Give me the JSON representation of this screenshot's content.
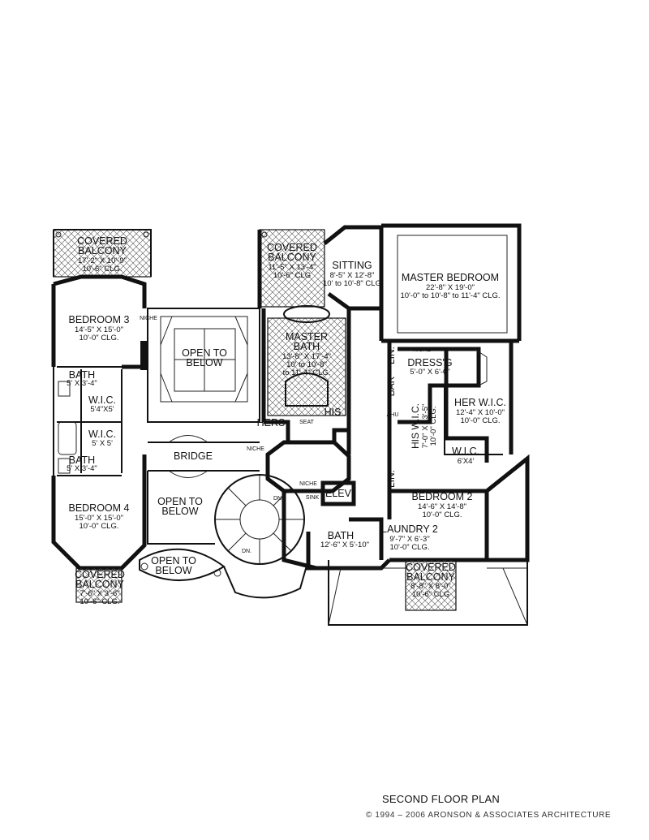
{
  "plan_title": "SECOND FLOOR PLAN",
  "copyright": "© 1994 – 2006 ARONSON & ASSOCIATES ARCHITECTURE",
  "rooms": {
    "covered_balcony_nw": {
      "name_1": "COVERED",
      "name_2": "BALCONY",
      "dim": "17'-2\" X 10'-9\"",
      "clg": "10'-6\" CLG."
    },
    "covered_balcony_n": {
      "name_1": "COVERED",
      "name_2": "BALCONY",
      "dim": "11'-5\" X 13'-4\"",
      "clg": "10'-6\" CLG"
    },
    "sitting": {
      "name": "SITTING",
      "dim": "8'-5\" X 12'-8\"",
      "clg": "10' to 10'-8\" CLG"
    },
    "master_bedroom": {
      "name": "MASTER BEDROOM",
      "dim": "22'-8\" X 19'-0\"",
      "clg": "10'-0\" to 10'-8\" to 11'-4\" CLG."
    },
    "bedroom_3": {
      "name": "BEDROOM 3",
      "dim": "14'-5\" X 15'-0\"",
      "clg": "10'-0\" CLG."
    },
    "open_below_1": {
      "name_1": "OPEN TO",
      "name_2": "BELOW"
    },
    "master_bath": {
      "name_1": "MASTER",
      "name_2": "BATH",
      "dim": "13'-8\" X 17'-4\"",
      "clg_1": "10' to 10'-8\"",
      "clg_2": "to 11'-4\" CLG."
    },
    "dressg": {
      "name": "DRESS'G",
      "dim": "5'-0\" X 6'-0\""
    },
    "her_wic": {
      "name": "HER W.I.C.",
      "dim": "12'-4\" X 10'-0\"",
      "clg": "10'-0\" CLG."
    },
    "his_wic": {
      "name": "HIS W.I.C.",
      "dim": "7'-0\" X 13'-5\"",
      "clg": "10'-0\" CLG."
    },
    "bath_a": {
      "name": "BATH",
      "dim": "5' X 3'-4\""
    },
    "wic_a": {
      "name": "W.I.C.",
      "dim": "5'4\"X5'"
    },
    "wic_b": {
      "name": "W.I.C.",
      "dim": "5' X 5'"
    },
    "bath_b": {
      "name": "BATH",
      "dim": "5' X 3'-4\""
    },
    "bridge": {
      "name": "BRIDGE"
    },
    "open_below_2": {
      "name_1": "OPEN TO",
      "name_2": "BELOW"
    },
    "bedroom_4": {
      "name": "BEDROOM 4",
      "dim": "15'-0\" X 15'-0\"",
      "clg": "10'-0\" CLG."
    },
    "covered_balcony_sw": {
      "name_1": "COVERED",
      "name_2": "BALCONY",
      "dim": "7'-6\" X 3'-6\"",
      "clg": "10'-6\" CLG."
    },
    "open_below_3": {
      "name_1": "OPEN TO",
      "name_2": "BELOW"
    },
    "elev": {
      "name": "ELEV"
    },
    "bedroom_2": {
      "name": "BEDROOM 2",
      "dim": "14'-6\" X 14'-8\"",
      "clg": "10'-0\" CLG."
    },
    "laundry_2": {
      "name": "LAUNDRY 2",
      "dim": "9'-7\" X 6'-3\"",
      "clg": "10'-0\" CLG."
    },
    "bath_c": {
      "name": "BATH",
      "dim": "12'-6\" X 5'-10\""
    },
    "covered_balcony_s": {
      "name_1": "COVERED",
      "name_2": "BALCONY",
      "dim": "8'-8\" X 8'-0\"",
      "clg": "10'-6\" CLG"
    }
  },
  "fixtures": {
    "hers": "HERS",
    "his": "HIS",
    "seat": "SEAT",
    "bar": "BAR",
    "lin_1": "LIN.",
    "lin_2": "LIN.",
    "wic_small": "W.I.C.",
    "wic_small_dim": "6'X4'",
    "ahu": "AHU",
    "dn": "DN.",
    "sink": "SINK",
    "niche": "NICHE"
  }
}
